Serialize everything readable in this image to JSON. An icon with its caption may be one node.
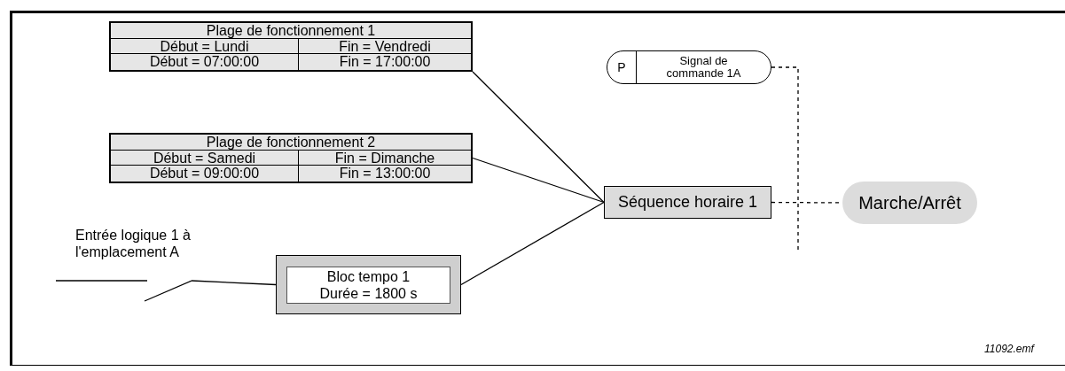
{
  "diagram": {
    "nodes": [
      {
        "text": [
          "Plage de fonctionnement 1",
          "Début = Lundi",
          "Fin = Vendredi",
          "Début = 07:00:00",
          "Fin = 17:00:00"
        ]
      },
      {
        "text": [
          "Plage de fonctionnement 2",
          "Début = Samedi",
          "Fin = Dimanche",
          "Début = 09:00:00",
          "Fin = 13:00:00"
        ]
      },
      {
        "text": [
          "Entrée logique 1 à l'emplacement A"
        ]
      },
      {
        "text": [],
        "shape": "box"
      },
      {
        "text": [
          "Bloc tempo 1",
          "Durée = 1800 s"
        ],
        "in": 3
      },
      {
        "text": [
          "Séquence horaire 1"
        ]
      },
      {
        "text": [
          "P",
          "Signal de commande 1A"
        ]
      },
      {
        "text": [
          "Marche/Arrêt"
        ]
      }
    ],
    "edges": [
      {
        "from": 0,
        "to": 5,
        "arrow": "none"
      },
      {
        "from": 1,
        "to": 5,
        "arrow": "none"
      },
      {
        "from": 2,
        "to": 3,
        "arrow": "none"
      },
      {
        "from": 3,
        "to": 5,
        "arrow": "none"
      },
      {
        "from": 5,
        "to": 7,
        "arrow": "none",
        "style": "dashed"
      },
      {
        "from": 6,
        "to": null,
        "arrow": "none",
        "style": "dashed"
      }
    ],
    "labels": [
      "11092.emf"
    ]
  }
}
